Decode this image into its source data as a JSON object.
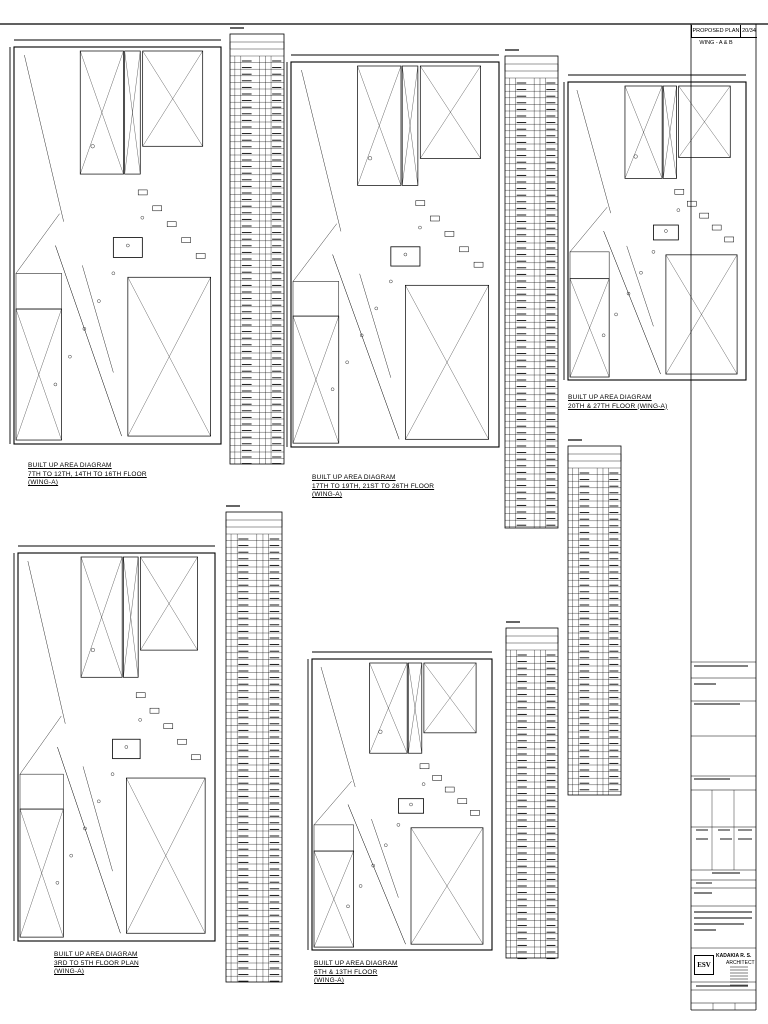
{
  "sheet": {
    "title": "PROPOSED PLAN WING - A & B",
    "sheet_no": "20/34"
  },
  "diagrams": [
    {
      "id": "d1",
      "lines": [
        "BUILT UP AREA DIAGRAM",
        "7TH TO 12TH, 14TH TO 16TH FLOOR",
        "(WING-A)"
      ]
    },
    {
      "id": "d2",
      "lines": [
        "BUILT UP AREA DIAGRAM",
        "17TH TO 19TH, 21ST TO 26TH FLOOR",
        "(WING-A)"
      ]
    },
    {
      "id": "d3",
      "lines": [
        "BUILT UP AREA DIAGRAM",
        "20TH & 27TH FLOOR (WING-A)"
      ]
    },
    {
      "id": "d4",
      "lines": [
        "BUILT UP AREA DIAGRAM",
        "3RD TO 5TH FLOOR PLAN",
        "(WING-A)"
      ]
    },
    {
      "id": "d5",
      "lines": [
        "BUILT UP AREA DIAGRAM",
        "6TH & 13TH FLOOR",
        "(WING-A)"
      ]
    }
  ],
  "title_block": {
    "logo_text": "ESV",
    "signature_name": "KADAKIA R. S.",
    "signature_role": "ARCHITECT"
  }
}
